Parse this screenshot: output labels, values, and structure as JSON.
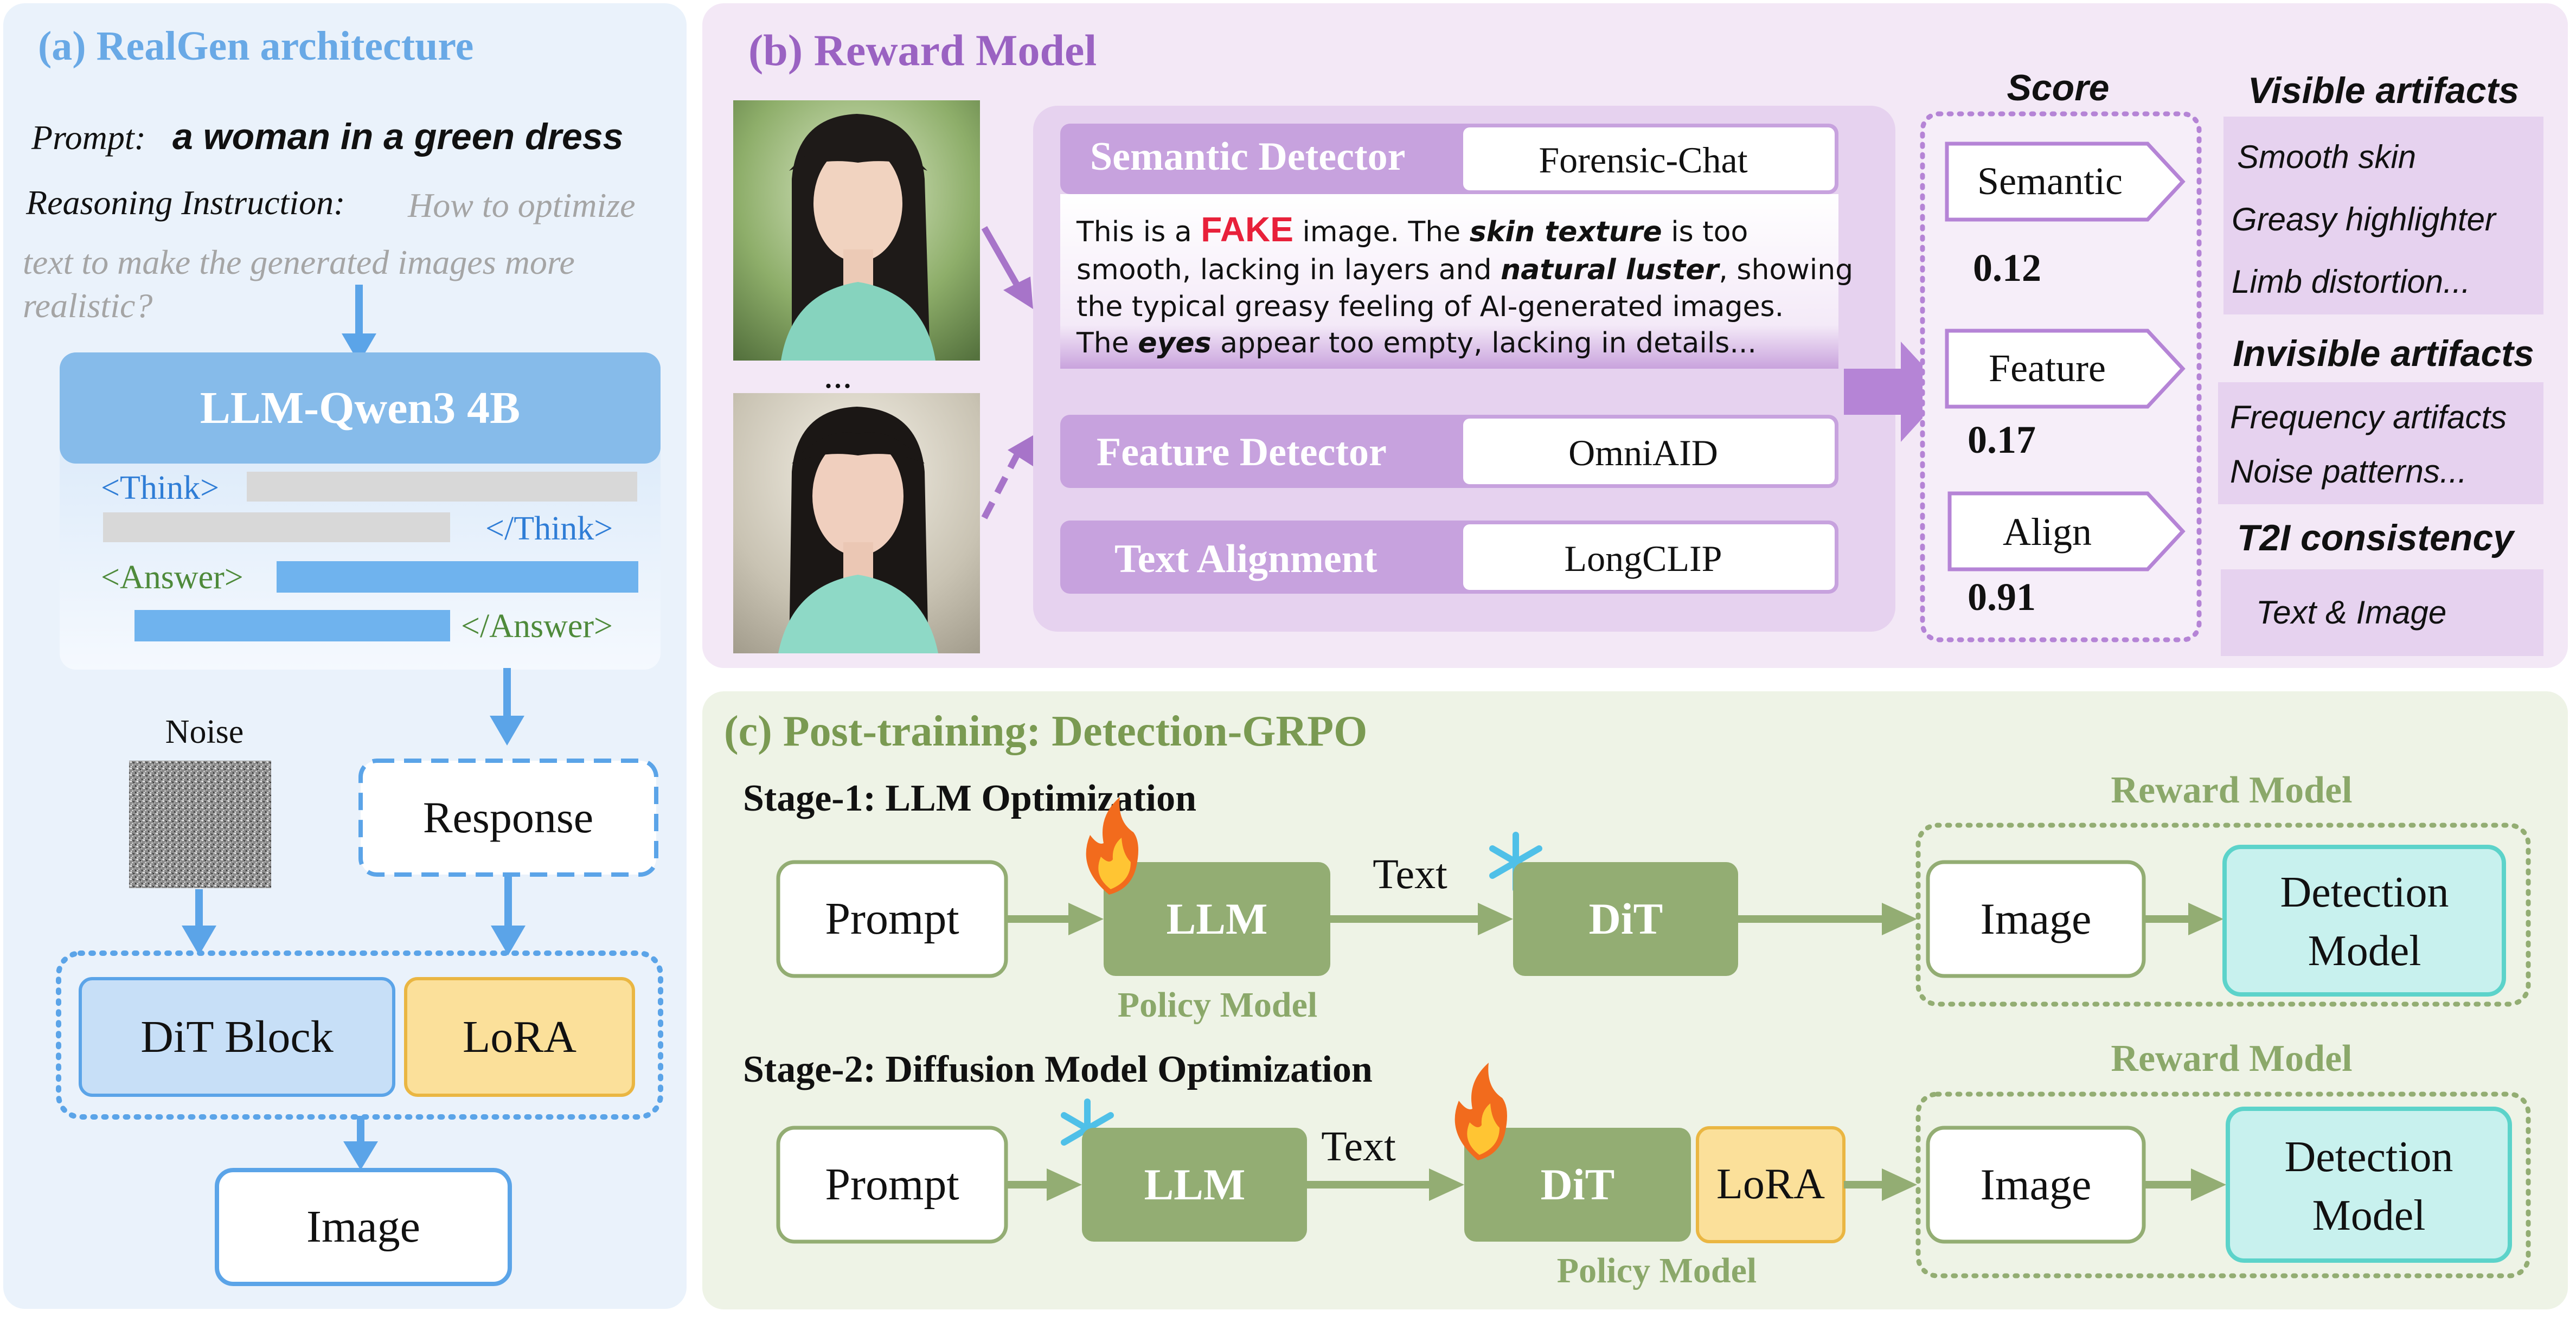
{
  "panel_a": {
    "title": "(a) RealGen architecture",
    "prompt_label": "Prompt:",
    "prompt_text": "a woman in a green dress",
    "reasoning_label": "Reasoning Instruction:",
    "reasoning_line1": "How to optimize",
    "reasoning_line2": "text to make the generated images more",
    "reasoning_line3": "realistic?",
    "llm_title": "LLM-Qwen3 4B",
    "think_open": "<Think>",
    "think_close": "</Think>",
    "answer_open": "<Answer>",
    "answer_close": "</Answer>",
    "noise_label": "Noise",
    "response_label": "Response",
    "dit_block_label": "DiT Block",
    "lora_label": "LoRA",
    "image_label": "Image"
  },
  "panel_b": {
    "title": "(b) Reward Model",
    "ellipsis": "...",
    "semantic_detector": "Semantic Detector",
    "semantic_model": "Forensic-Chat",
    "explanation": {
      "l1_a": "This is a ",
      "l1_fake": "FAKE",
      "l1_b": " image. The ",
      "l1_skin": "skin texture",
      "l1_c": " is too",
      "l2_a": "smooth, lacking in layers and ",
      "l2_luster": "natural luster",
      "l2_b": ", showing",
      "l3": "the typical greasy feeling of AI-generated images.",
      "l4_a": "The ",
      "l4_eyes": "eyes",
      "l4_b": " appear too empty, lacking in details..."
    },
    "feature_detector": "Feature Detector",
    "feature_model": "OmniAID",
    "text_alignment": "Text Alignment",
    "alignment_model": "LongCLIP",
    "score_title": "Score",
    "scores": [
      {
        "label": "Semantic",
        "value": "0.12"
      },
      {
        "label": "Feature",
        "value": "0.17"
      },
      {
        "label": "Align",
        "value": "0.91"
      }
    ],
    "visible_title": "Visible artifacts",
    "visible_items": [
      "Smooth skin",
      "Greasy highlighter",
      "Limb distortion..."
    ],
    "invisible_title": "Invisible artifacts",
    "invisible_items": [
      "Frequency artifacts",
      "Noise patterns..."
    ],
    "t2i_title": "T2I consistency",
    "t2i_items": [
      "Text & Image"
    ]
  },
  "panel_c": {
    "title": "(c) Post-training: Detection-GRPO",
    "stage1_title": "Stage-1: LLM Optimization",
    "stage2_title": "Stage-2: Diffusion Model Optimization",
    "prompt": "Prompt",
    "llm": "LLM",
    "dit": "DiT",
    "lora": "LoRA",
    "text": "Text",
    "image": "Image",
    "detection_line1": "Detection",
    "detection_line2": "Model",
    "reward_model": "Reward Model",
    "policy_model": "Policy Model"
  },
  "colors": {
    "panel_a_bg": "#EAF2FB",
    "panel_b_bg": "#F3E8F6",
    "panel_c_bg": "#EEF3E6",
    "blue": "#5BA4E8",
    "blue_title": "#69A9E6",
    "purple": "#A774C9",
    "purple_title": "#9A62C2",
    "green_title": "#7A9A52",
    "olive": "#93AD73",
    "lora": "#FBE09A",
    "detection": "#C8F1EE",
    "fake_red": "#E8203A"
  }
}
